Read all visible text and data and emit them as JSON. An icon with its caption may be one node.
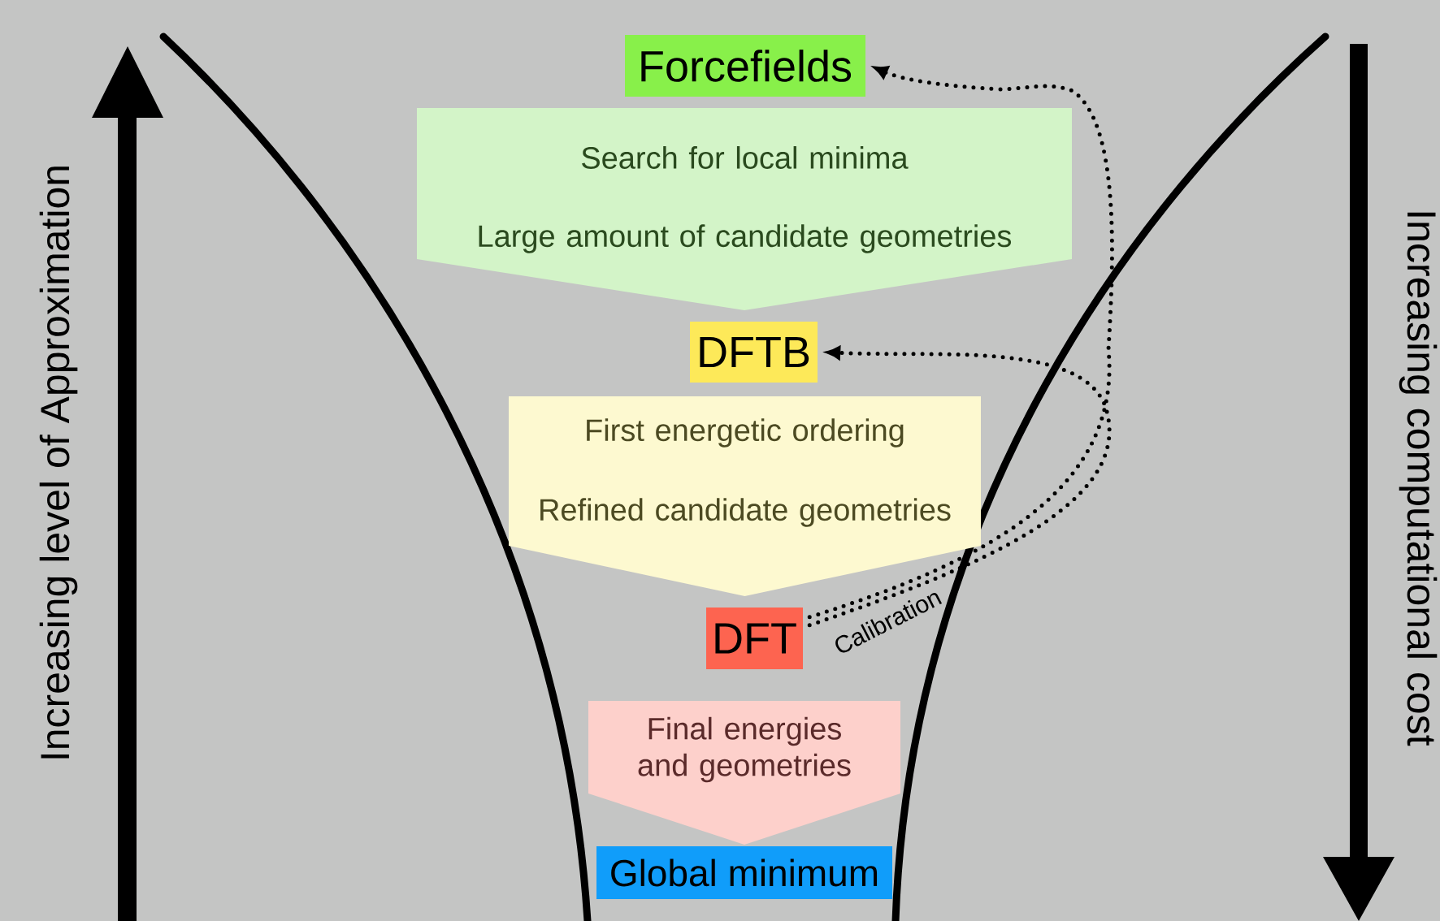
{
  "diagram": {
    "nodes": [
      {
        "text": [
          "Forcefields"
        ]
      },
      {
        "text": [
          "Search for local minima",
          "Large amount of candidate geometries"
        ]
      },
      {
        "text": [
          "DFTB"
        ]
      },
      {
        "text": [
          "First energetic ordering",
          "Refined candidate geometries"
        ]
      },
      {
        "text": [
          "DFT"
        ]
      },
      {
        "text": [
          "Final energies and geometries"
        ]
      },
      {
        "text": [
          "Global minimum"
        ]
      }
    ],
    "edges": [
      {
        "from": 4,
        "to": 2,
        "arrow": "to",
        "style": "dashed",
        "label": "Calibration"
      },
      {
        "from": 4,
        "to": 0,
        "arrow": "to",
        "style": "dashed"
      }
    ],
    "labels": [
      "Increasing level of Approximation",
      "Increasing computational cost"
    ]
  }
}
